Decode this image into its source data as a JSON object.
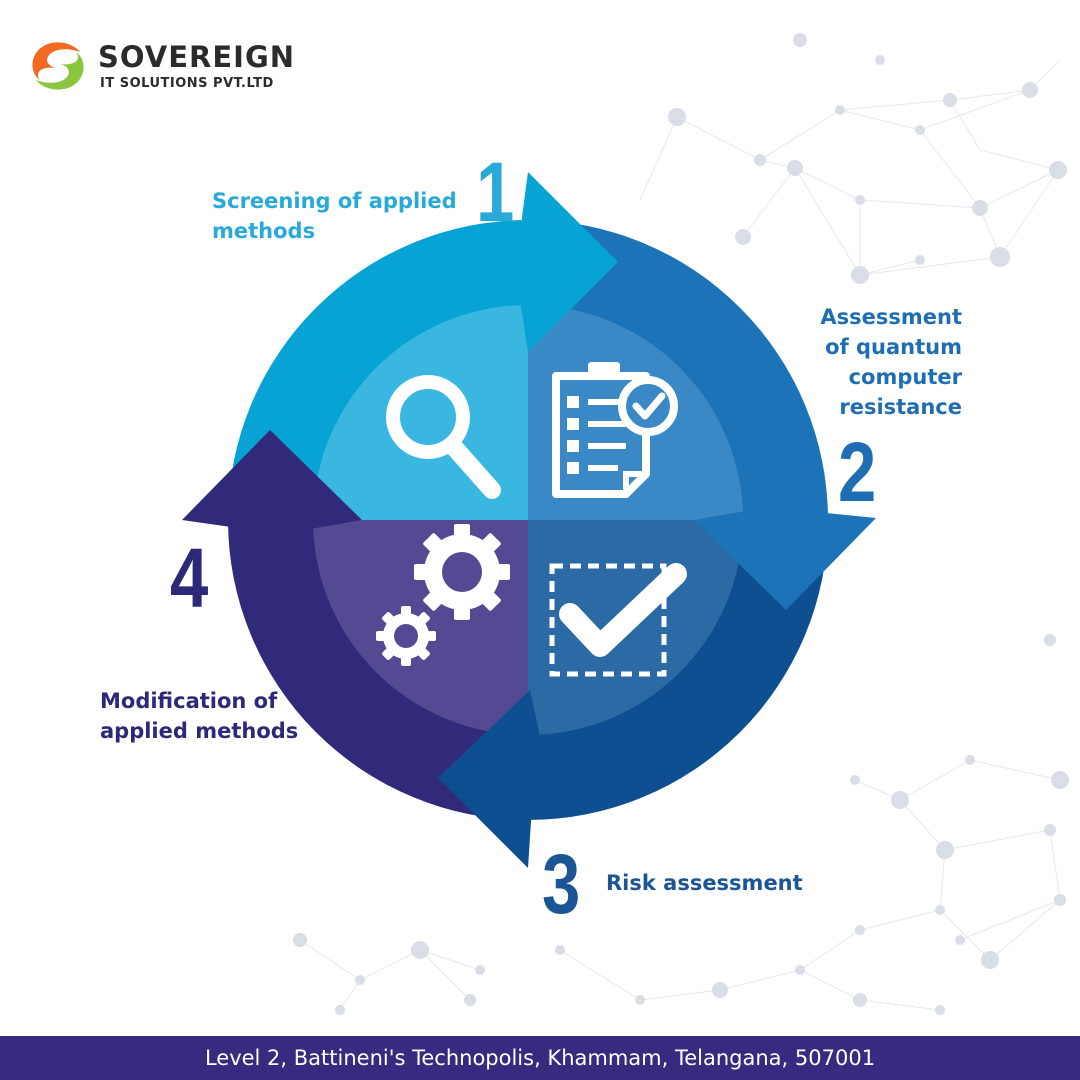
{
  "brand": {
    "name": "SOVEREIGN",
    "tagline": "IT SOLUTIONS PVT.LTD"
  },
  "steps": [
    {
      "number": "1",
      "label": "Screening of applied methods",
      "icon": "magnifier-icon",
      "color": "#29a9d8"
    },
    {
      "number": "2",
      "label": "Assessment of quantum computer resistance",
      "icon": "clipboard-checklist-icon",
      "color": "#1f6eb4"
    },
    {
      "number": "3",
      "label": "Risk assessment",
      "icon": "checkbox-check-icon",
      "color": "#1b5596"
    },
    {
      "number": "4",
      "label": "Modification of applied methods",
      "icon": "gears-icon",
      "color": "#2e2878"
    }
  ],
  "footer": {
    "address": "Level 2, Battineni's Technopolis, Khammam, Telangana, 507001",
    "color": "#372b80"
  }
}
